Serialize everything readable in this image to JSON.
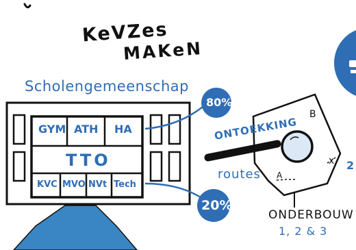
{
  "title": {
    "line1": "KeVZes",
    "line2": "MAKeN"
  },
  "school": {
    "label": "Scholengemeenschap",
    "top_row": [
      "GYM",
      "ATH",
      "HA"
    ],
    "middle": "TTO",
    "bottom_row": [
      "KVC",
      "MVO",
      "NVt",
      "Tech"
    ]
  },
  "percent_top": "80%",
  "percent_bottom": "20%",
  "map": {
    "discovery": "ONTOEKKING",
    "routes": "routes",
    "letters": {
      "b": "B",
      "a": "A",
      "x": "x"
    }
  },
  "onderbouw": {
    "line1": "ONDERBOUW",
    "line2": "1, 2 & 3"
  },
  "edge_digit": "2",
  "colors": {
    "accent_blue": "#2f6db5",
    "ink": "#111111",
    "arrow_blue": "#3a86c4"
  }
}
